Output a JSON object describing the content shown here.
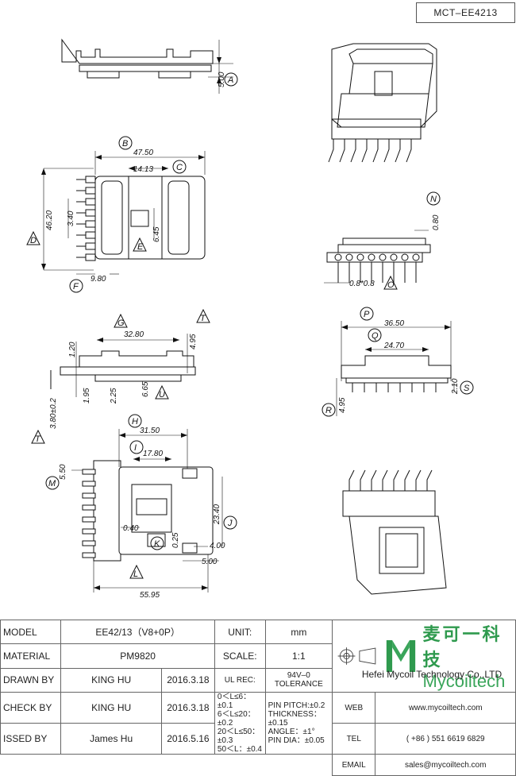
{
  "drawing_code": "MCT–EE4213",
  "dimensions": {
    "a_val": "5.00",
    "b_val": "47.50",
    "c_val": "14.13",
    "d_val": "46.20",
    "e_val": "6.45",
    "f_val": "9.80",
    "g_val": "32.80",
    "t_val": "4.95",
    "pin_pitch_side": "3.40",
    "h_val": "31.50",
    "i_val": "17.80",
    "j_val": "23.40",
    "k_val": "0.40",
    "k_val2": "0.25",
    "l_val": "55.95",
    "m_val": "5.50",
    "h4": "4.00",
    "h5": "5.00",
    "n_val": "0.80",
    "o_val": "0.8*0.8",
    "p_val": "36.50",
    "q_val": "24.70",
    "r_val": "4.95",
    "s_val": "2.10",
    "u1": "1.20",
    "u2": "1.95",
    "u3": "2.25",
    "u4": "6.65",
    "t2": "3.80±0.2"
  },
  "callouts": [
    "A",
    "B",
    "C",
    "D",
    "E",
    "F",
    "G",
    "T",
    "U",
    "H",
    "I",
    "J",
    "K",
    "L",
    "M",
    "N",
    "O",
    "P",
    "Q",
    "R",
    "S",
    "T"
  ],
  "title_block": {
    "model_label": "MODEL",
    "model_value": "EE42/13（V8+0P）",
    "unit_label": "UNIT:",
    "unit_value": "mm",
    "material_label": "MATERIAL",
    "material_value": "PM9820",
    "scale_label": "SCALE:",
    "scale_value": "1:1",
    "ul_label": "UL REC:",
    "ul_value": "94V–0",
    "drawn_label": "DRAWN BY",
    "drawn_name": "KING HU",
    "drawn_date": "2016.3.18",
    "tolerance_label": "TOLERANCE",
    "check_label": "CHECK BY",
    "check_name": "KING HU",
    "check_date": "2016.3.18",
    "issued_label": "ISSED BY",
    "issued_name": "James Hu",
    "issued_date": "2016.5.16",
    "tol1": "0＜L≤6：±0.1",
    "tol2": "6＜L≤20：±0.2",
    "tol3": "20＜L≤50：±0.3",
    "tol4": "50＜L：±0.4",
    "pin1": "PIN PITCH:±0.2",
    "pin2": "THICKNESS：±0.15",
    "pin3": "ANGLE：±1°",
    "pin4": "PIN DIA：±0.05",
    "company_zh": "麦可一科技",
    "company_en": "Mycoiltech",
    "company_full": "Hefei Mycoil Technology Co.,LTD",
    "web_label": "WEB",
    "web_value": "www.mycoiltech.com",
    "tel_label": "TEL",
    "tel_value": "( +86 ) 551 6619 6829",
    "email_label": "EMAIL",
    "email_value": "sales@mycoiltech.com"
  },
  "colors": {
    "brand_green": "#2f9a4e"
  }
}
